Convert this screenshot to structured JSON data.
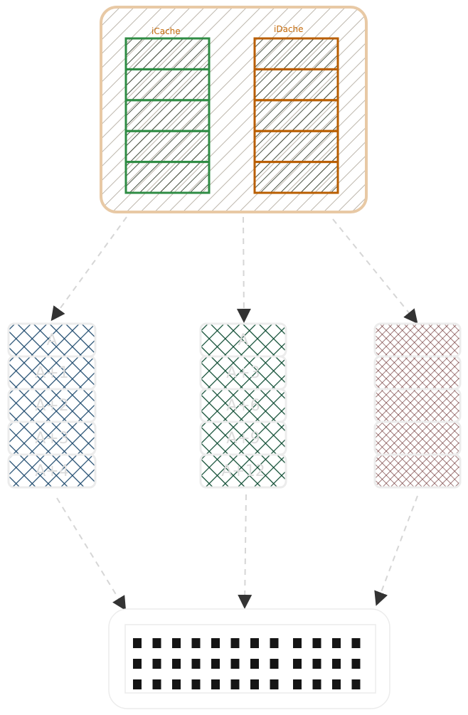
{
  "cache": {
    "icache_label": "iCache",
    "idache_label": "iDache",
    "icache_rows": 5,
    "idache_rows": 5
  },
  "columns": [
    {
      "color": "#1e4a6e",
      "cells": [
        "A",
        "A+1",
        "A+2",
        "A+3",
        "A+4"
      ]
    },
    {
      "color": "#0b4a30",
      "cells": [
        "A",
        "A+3",
        "A+6",
        "A+9",
        "A+12"
      ]
    },
    {
      "color": "#6b2f2f",
      "cells": [
        "",
        "",
        "",
        "",
        ""
      ]
    }
  ],
  "output": {
    "rows": 3,
    "cols": 12
  },
  "colors": {
    "cache_border": "#e8c9a5",
    "icache": "#2f8c44",
    "idache": "#b95e00",
    "arrow": "#d6d6d6"
  }
}
